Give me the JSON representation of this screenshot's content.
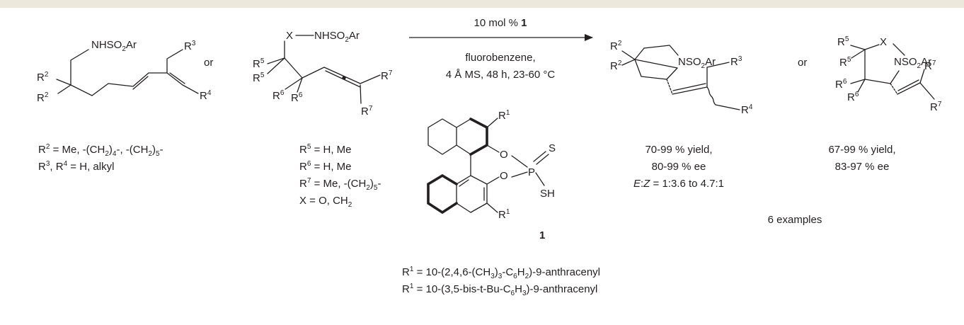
{
  "labels": {
    "nhso2ar": "NHSO",
    "nso2ar": "NSO",
    "ar": "Ar",
    "two": "2",
    "r": "R",
    "x": "X",
    "o": "O",
    "p": "P",
    "s": "S",
    "sh": "SH",
    "sup_1": "1",
    "sup_2": "2",
    "sup_3": "3",
    "sup_4": "4",
    "sup_5": "5",
    "sup_6": "6",
    "sup_7": "7",
    "or": "or",
    "catalyst_number": "1"
  },
  "arrow": {
    "above": "10 mol % ",
    "above_bold": "1",
    "below_1": "fluorobenzene,",
    "below_2": "4 Å MS, 48 h, 23-60 °C"
  },
  "substituents_a": {
    "l1_a": "R",
    "l1_b": "2",
    "l1_c": " = Me, -(CH",
    "l1_d": "2",
    "l1_e": ")",
    "l1_f": "4",
    "l1_g": "-, -(CH",
    "l1_h": "2",
    "l1_i": ")",
    "l1_j": "5",
    "l1_k": "-",
    "l2_a": "R",
    "l2_b": "3",
    "l2_c": ", R",
    "l2_d": "4",
    "l2_e": " = H, alkyl"
  },
  "substituents_b": {
    "l1_a": "R",
    "l1_b": "5",
    "l1_c": " = H, Me",
    "l2_a": "R",
    "l2_b": "6",
    "l2_c": " = H, Me",
    "l3_a": "R",
    "l3_b": "7",
    "l3_c": " = Me, -(CH",
    "l3_d": "2",
    "l3_e": ")",
    "l3_f": "5",
    "l3_g": "-",
    "l4_a": "X = O, CH",
    "l4_b": "2"
  },
  "product_a": {
    "yield": "70-99 % yield,",
    "ee": "80-99 % ee",
    "ez_a": "E",
    "ez_b": ":",
    "ez_c": "Z",
    "ez_d": " = 1:3.6 to 4.7:1"
  },
  "product_b": {
    "yield": "67-99 % yield,",
    "ee": "83-97 % ee",
    "examples": "6 examples"
  },
  "catalyst_r1": {
    "l1_a": "R",
    "l1_b": "1",
    "l1_c": " = 10-(2,4,6-(CH",
    "l1_d": "3",
    "l1_e": ")",
    "l1_f": "3",
    "l1_g": "-C",
    "l1_h": "6",
    "l1_i": "H",
    "l1_j": "2",
    "l1_k": ")-9-anthracenyl",
    "l2_a": "R",
    "l2_b": "1",
    "l2_c": " = 10-(3,5-bis-t-Bu-C",
    "l2_d": "6",
    "l2_e": "H",
    "l2_f": "3",
    "l2_g": ")-9-anthracenyl"
  }
}
